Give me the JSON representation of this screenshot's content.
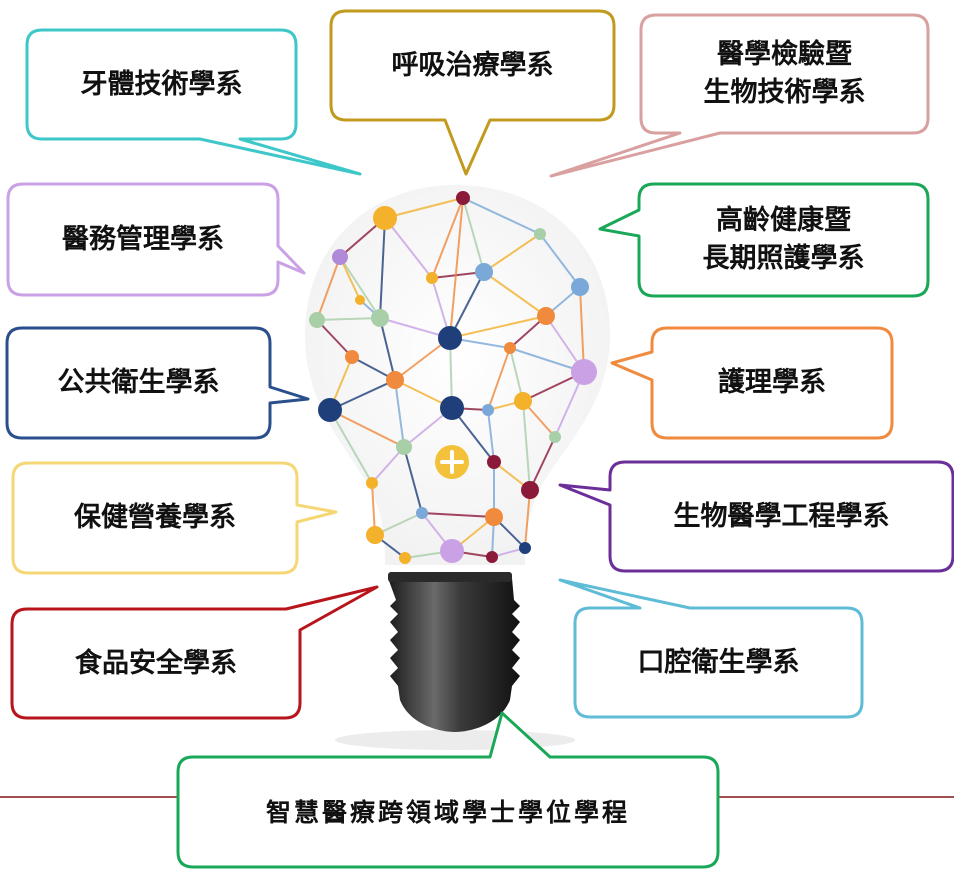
{
  "departments": {
    "dental_technology": "牙體技術學系",
    "respiratory_therapy": "呼吸治療學系",
    "medical_laboratory": "醫學檢驗暨\n生物技術學系",
    "healthcare_management": "醫務管理學系",
    "gerontology_long_term_care": "高齡健康暨\n長期照護學系",
    "public_health": "公共衛生學系",
    "nursing": "護理學系",
    "health_nutrition": "保健營養學系",
    "biomedical_engineering": "生物醫學工程學系",
    "food_safety": "食品安全學系",
    "oral_hygiene": "口腔衛生學系",
    "smart_healthcare_program": "智慧醫療跨領域學士學位學程"
  },
  "colors": {
    "dental_technology": "#3ec7c9",
    "respiratory_therapy": "#c19a1e",
    "medical_laboratory": "#d9a0a0",
    "healthcare_management": "#c9a1e4",
    "gerontology_long_term_care": "#1aa858",
    "public_health": "#2a4f8c",
    "nursing": "#f08a3c",
    "health_nutrition": "#f6d775",
    "biomedical_engineering": "#6b2f9a",
    "food_safety": "#b8141c",
    "oral_hygiene": "#5fbcd6",
    "smart_healthcare_program": "#1aa858",
    "divider_line": "#a05050"
  },
  "icons": {
    "bulb": "lightbulb-network-icon",
    "plus": "plus-icon"
  }
}
